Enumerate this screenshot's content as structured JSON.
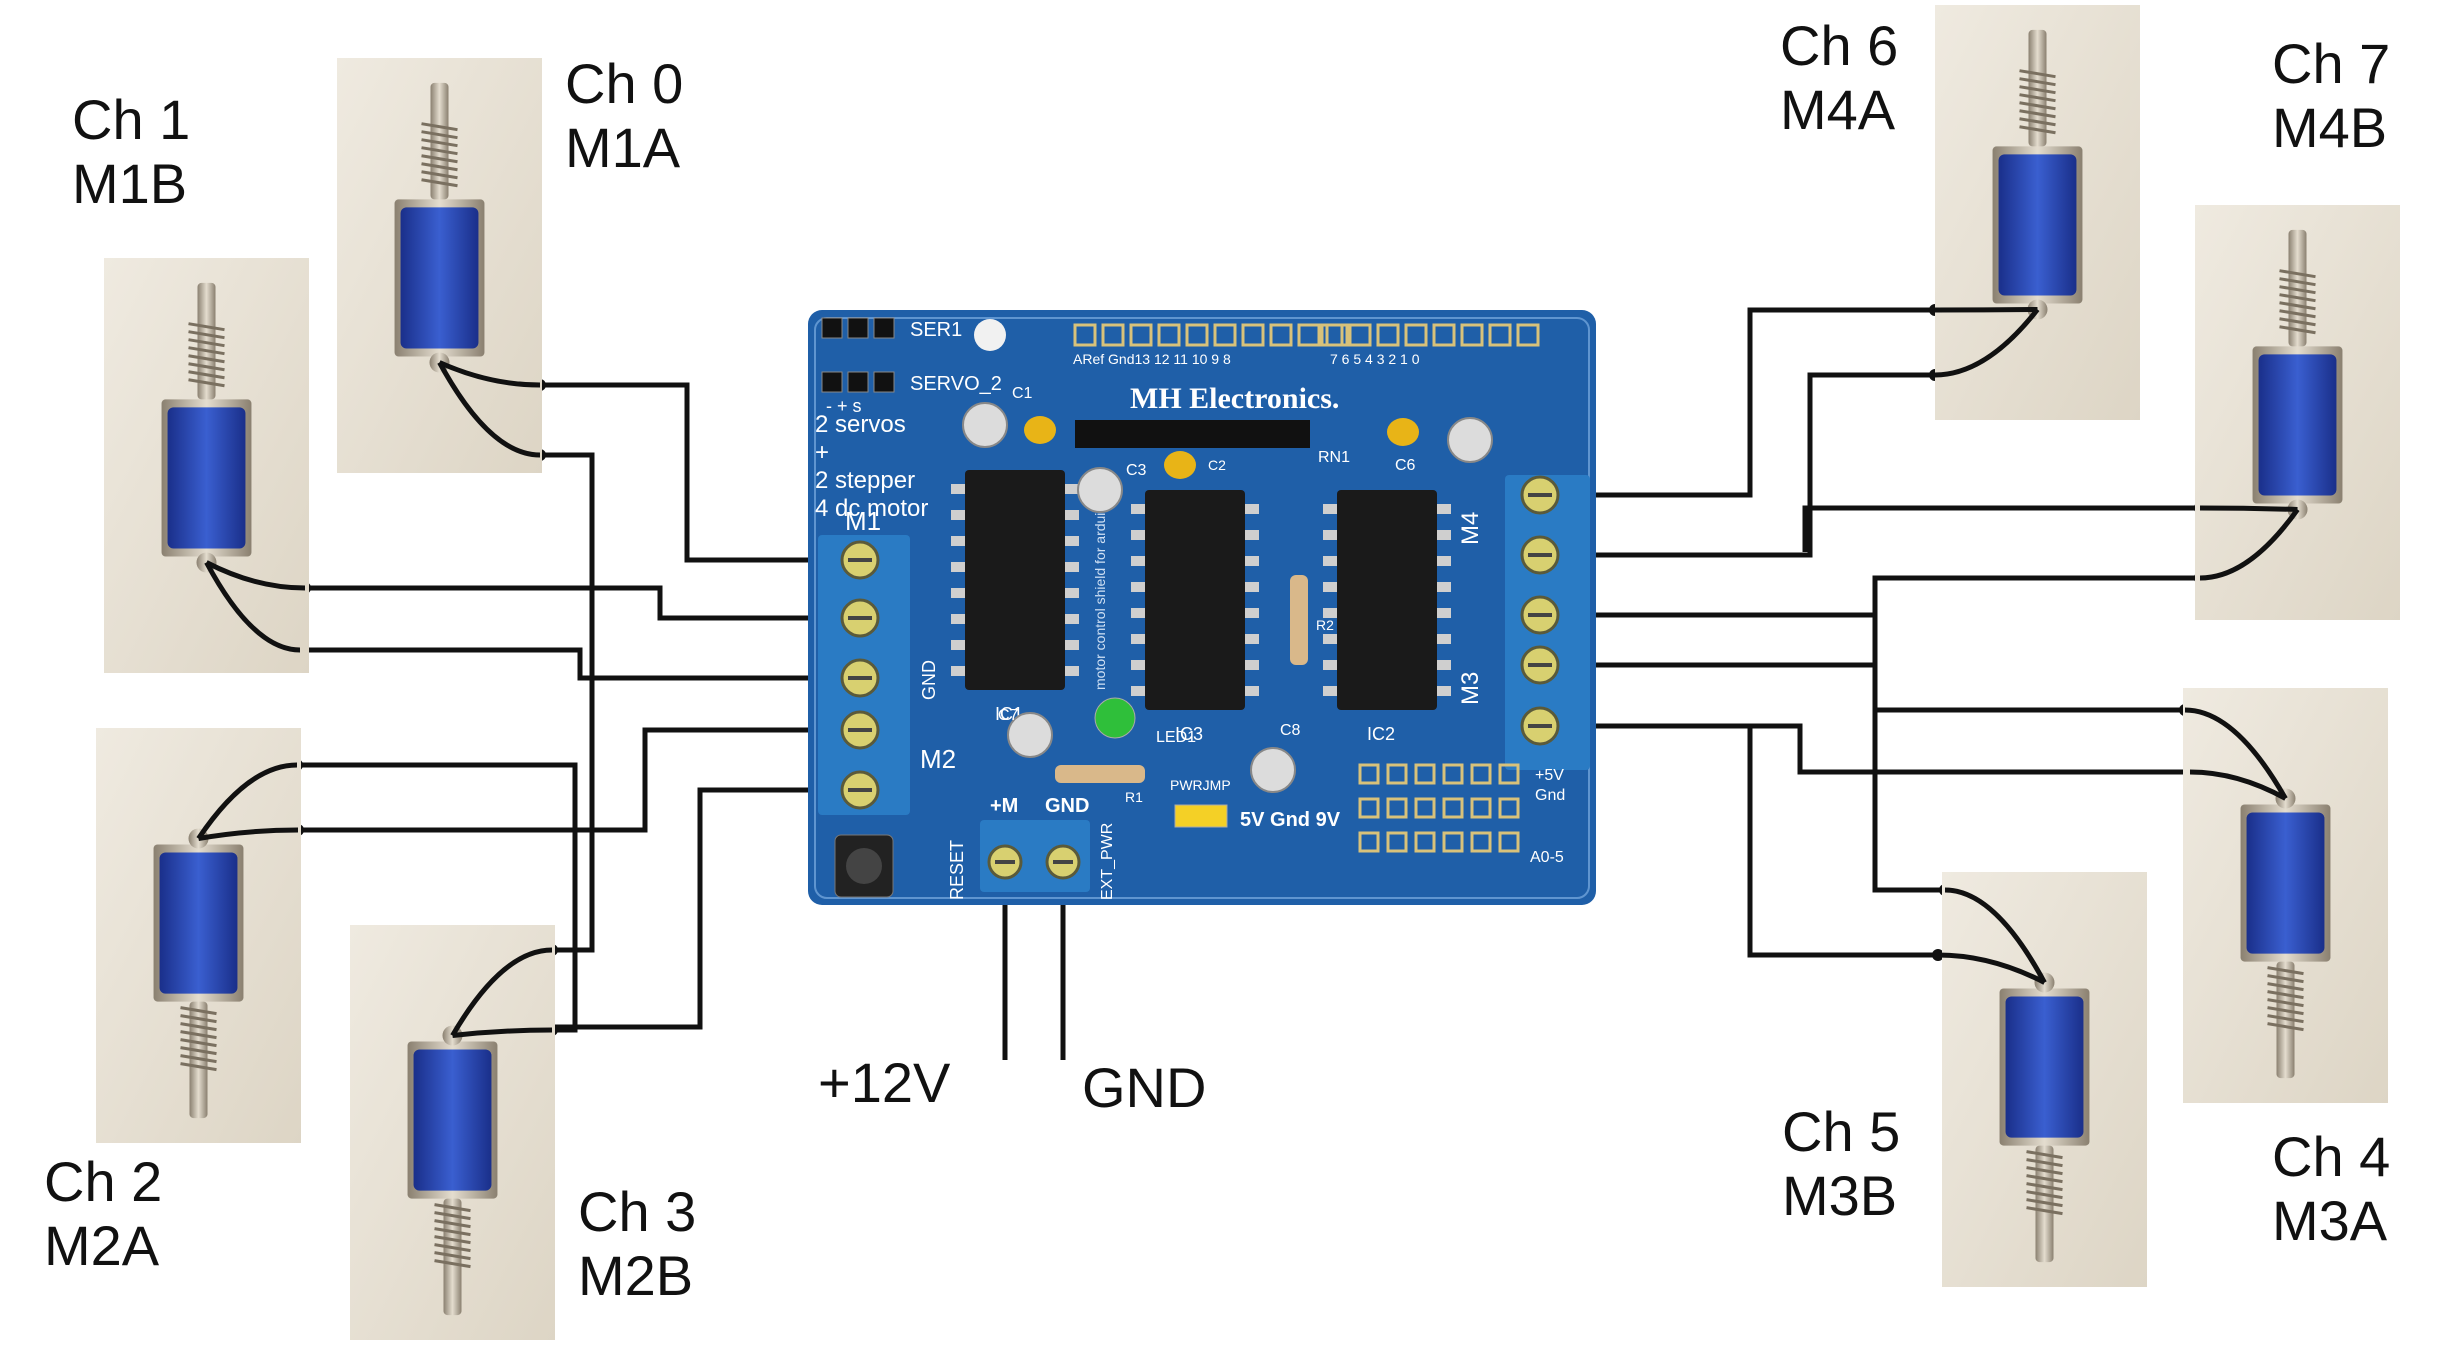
{
  "channels": [
    {
      "id": "ch0",
      "ch": "Ch 0",
      "motor": "M1A"
    },
    {
      "id": "ch1",
      "ch": "Ch 1",
      "motor": "M1B"
    },
    {
      "id": "ch2",
      "ch": "Ch 2",
      "motor": "M2A"
    },
    {
      "id": "ch3",
      "ch": "Ch 3",
      "motor": "M2B"
    },
    {
      "id": "ch4",
      "ch": "Ch 4",
      "motor": "M3A"
    },
    {
      "id": "ch5",
      "ch": "Ch 5",
      "motor": "M3B"
    },
    {
      "id": "ch6",
      "ch": "Ch 6",
      "motor": "M4A"
    },
    {
      "id": "ch7",
      "ch": "Ch 7",
      "motor": "M4B"
    }
  ],
  "power": {
    "plus": "+12V",
    "gnd": "GND"
  },
  "board": {
    "brand": "MH  Electronics.",
    "ser1": "SER1",
    "servo2": "SERVO_2",
    "sign": "-  +  s",
    "desc": [
      "2  servos",
      "+",
      "2  stepper",
      "4  dc motor"
    ],
    "m1": "M1",
    "m2": "M2",
    "m3": "M3",
    "m4": "M4",
    "gnd": "GND",
    "reset": "RESET",
    "ext_pwr": "EXT_PWR",
    "plus_m": "+M",
    "gnd2": "GND",
    "pwrjmp": "PWRJMP",
    "jmp": "5V Gnd 9V",
    "five_v": "+5V",
    "gnd3": "Gnd",
    "a05": "A0-5",
    "ic1": "IC1",
    "ic2": "IC2",
    "ic3": "IC3",
    "c1": "C1",
    "c2": "C2",
    "c3": "C3",
    "c6": "C6",
    "c7": "C7",
    "c8": "C8",
    "led1": "LED1",
    "r1": "R1",
    "r2": "R2",
    "rn1": "RN1",
    "pins_top": "ARef Gnd13 12 11 10  9  8",
    "pins_top2": "7  6  5  4  3  2  1  0",
    "chip_text": "motor control shield for arduino"
  },
  "colors": {
    "board": "#1f5fa8",
    "terminal": "#2a7bc4",
    "chip": "#1a1a1a",
    "solenoid": "#2a49b8",
    "wire": "#111111",
    "bg_photo": "#e8e2d6"
  }
}
